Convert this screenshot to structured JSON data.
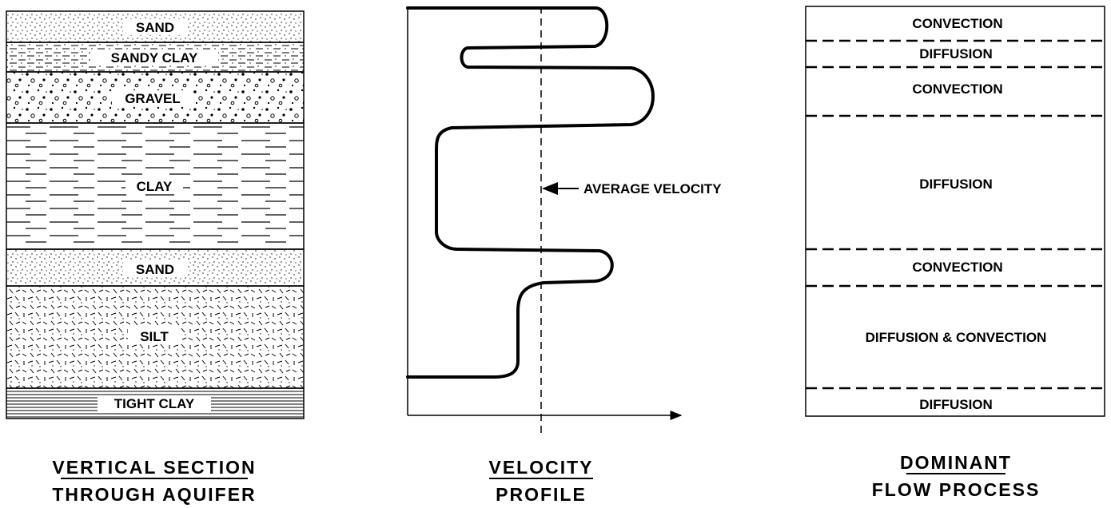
{
  "aquifer": {
    "layers": [
      {
        "label": "SAND",
        "pattern": "sand"
      },
      {
        "label": "SANDY CLAY",
        "pattern": "sandy-clay"
      },
      {
        "label": "GRAVEL",
        "pattern": "gravel"
      },
      {
        "label": "CLAY",
        "pattern": "clay"
      },
      {
        "label": "SAND",
        "pattern": "sand"
      },
      {
        "label": "SILT",
        "pattern": "silt"
      },
      {
        "label": "TIGHT CLAY",
        "pattern": "tight-clay"
      }
    ],
    "caption_line1": "VERTICAL SECTION",
    "caption_line2": "THROUGH AQUIFER"
  },
  "velocity": {
    "annotation": "AVERAGE VELOCITY",
    "caption_line1": "VELOCITY",
    "caption_line2": "PROFILE"
  },
  "flow": {
    "zones": [
      {
        "label": "CONVECTION"
      },
      {
        "label": "DIFFUSION"
      },
      {
        "label": "CONVECTION"
      },
      {
        "label": "DIFFUSION"
      },
      {
        "label": "CONVECTION"
      },
      {
        "label": "DIFFUSION & CONVECTION"
      },
      {
        "label": "DIFFUSION"
      }
    ],
    "caption_line1": "DOMINANT",
    "caption_line2": "FLOW PROCESS"
  },
  "colors": {
    "ink": "#000000",
    "paper": "#ffffff"
  }
}
